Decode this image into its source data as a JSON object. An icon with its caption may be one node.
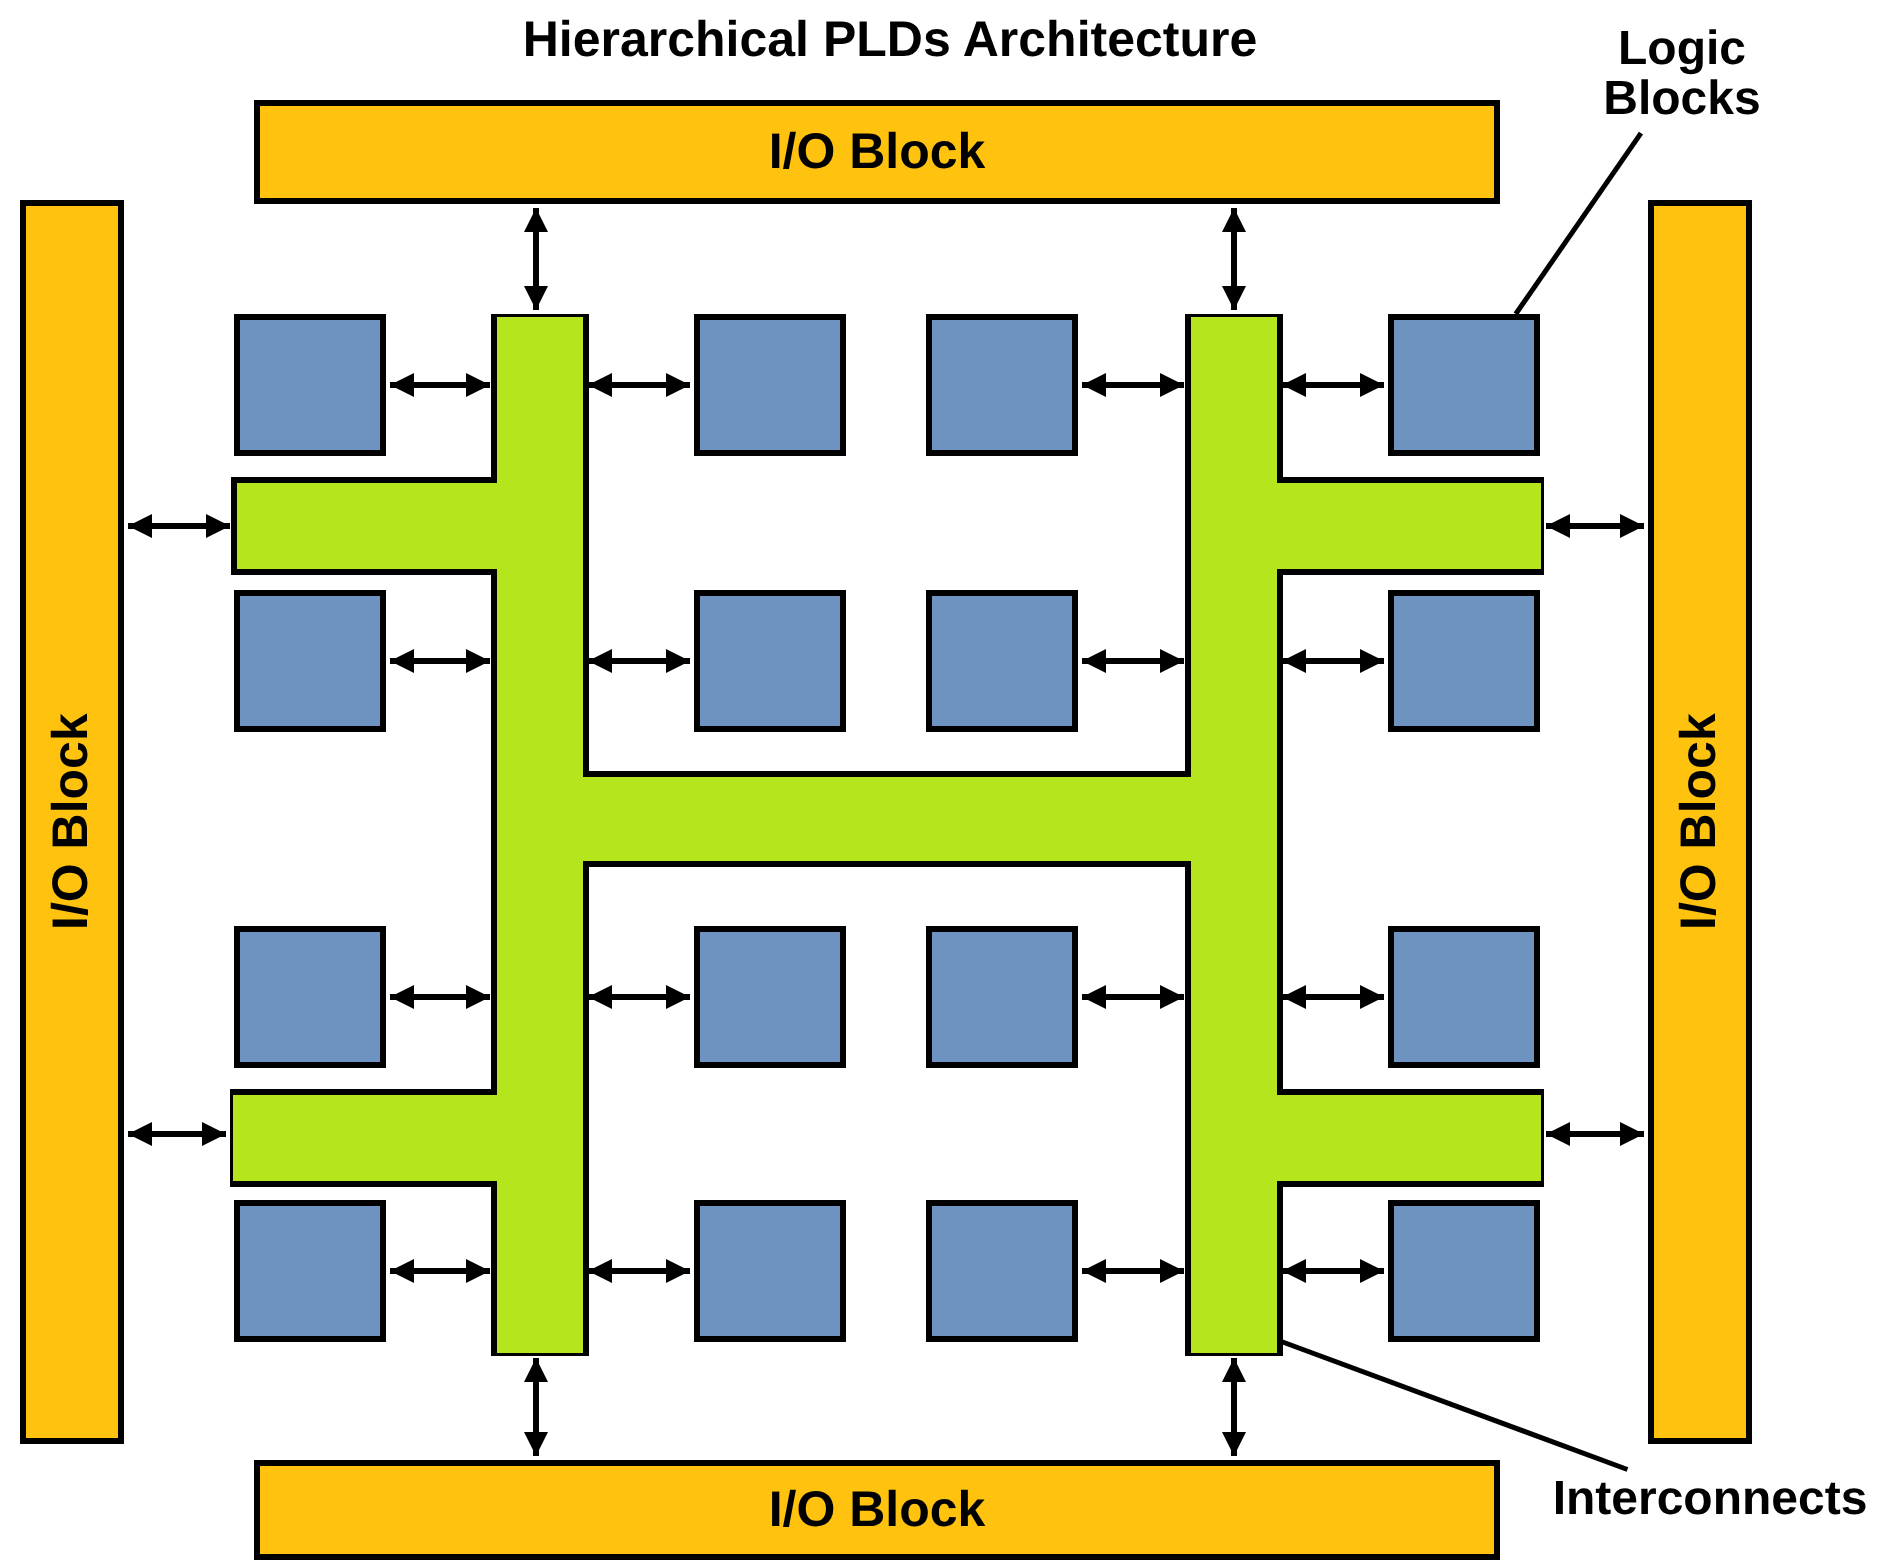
{
  "diagram": {
    "title": "Hierarchical PLDs Architecture",
    "nodes": [
      {
        "text": [
          "I/O Block"
        ]
      },
      {
        "text": [
          "Logic Blocks"
        ]
      },
      {
        "text": [
          "I/O Block"
        ]
      },
      {
        "text": [
          "I/O Block"
        ]
      },
      {
        "text": [],
        "shape": "bar"
      },
      {
        "text": [],
        "shape": "box"
      },
      {
        "text": [],
        "shape": "box"
      },
      {
        "text": [],
        "shape": "box"
      },
      {
        "text": [],
        "shape": "box"
      },
      {
        "text": [],
        "shape": "box"
      },
      {
        "text": [],
        "shape": "box"
      },
      {
        "text": [],
        "shape": "box"
      },
      {
        "text": [],
        "shape": "box"
      },
      {
        "text": [],
        "shape": "box"
      },
      {
        "text": [],
        "shape": "box"
      },
      {
        "text": [],
        "shape": "box"
      },
      {
        "text": [],
        "shape": "box"
      },
      {
        "text": [],
        "shape": "box"
      },
      {
        "text": [],
        "shape": "box"
      },
      {
        "text": [],
        "shape": "box"
      },
      {
        "text": [],
        "shape": "box"
      },
      {
        "text": [
          "Interconnects"
        ]
      },
      {
        "text": [
          "I/O Block"
        ]
      }
    ],
    "edges": [
      {
        "from": 4,
        "to": 0,
        "arrow": "both"
      },
      {
        "from": 4,
        "to": 0,
        "arrow": "both"
      },
      {
        "from": 4,
        "to": 2,
        "arrow": "both"
      },
      {
        "from": 4,
        "to": 2,
        "arrow": "both"
      },
      {
        "from": 4,
        "to": 3,
        "arrow": "both"
      },
      {
        "from": 4,
        "to": 3,
        "arrow": "both"
      },
      {
        "from": 4,
        "to": 22,
        "arrow": "both"
      },
      {
        "from": 4,
        "to": 22,
        "arrow": "both"
      },
      {
        "from": 5,
        "to": 4,
        "arrow": "both"
      },
      {
        "from": 6,
        "to": 4,
        "arrow": "both"
      },
      {
        "from": 7,
        "to": 4,
        "arrow": "both"
      },
      {
        "from": 8,
        "to": 4,
        "arrow": "both"
      },
      {
        "from": 9,
        "to": 4,
        "arrow": "both"
      },
      {
        "from": 10,
        "to": 4,
        "arrow": "both"
      },
      {
        "from": 11,
        "to": 4,
        "arrow": "both"
      },
      {
        "from": 12,
        "to": 4,
        "arrow": "both"
      },
      {
        "from": 13,
        "to": 4,
        "arrow": "both"
      },
      {
        "from": 14,
        "to": 4,
        "arrow": "both"
      },
      {
        "from": 15,
        "to": 4,
        "arrow": "both"
      },
      {
        "from": 16,
        "to": 4,
        "arrow": "both"
      },
      {
        "from": 17,
        "to": 4,
        "arrow": "both"
      },
      {
        "from": 18,
        "to": 4,
        "arrow": "both"
      },
      {
        "from": 19,
        "to": 4,
        "arrow": "both"
      },
      {
        "from": 20,
        "to": 4,
        "arrow": "both"
      },
      {
        "from": 1,
        "to": 8,
        "arrow": "none"
      },
      {
        "from": 21,
        "to": 4,
        "arrow": "none"
      }
    ]
  }
}
